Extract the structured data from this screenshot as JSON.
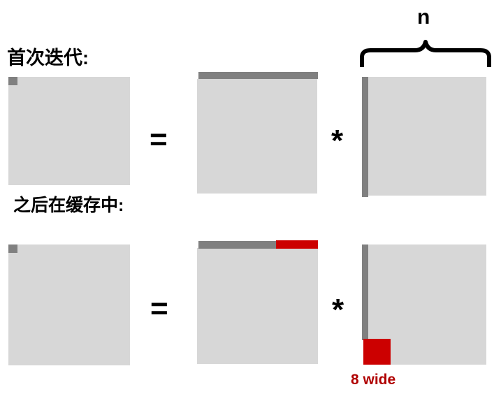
{
  "diagram": {
    "title_row1": "首次迭代:",
    "title_row2": "之后在缓存中:",
    "operators": {
      "equals": "=",
      "times": "*"
    },
    "annotations": {
      "n_label": "n",
      "width_label": "8 wide"
    },
    "colors": {
      "matrix_fill": "#d7d7d7",
      "band_gray": "#808080",
      "band_red": "#cc0000",
      "text_red": "#b00000",
      "text_black": "#000000",
      "background": "#ffffff"
    },
    "rows": [
      {
        "id": "first-iteration",
        "label": "首次迭代:",
        "operands": [
          {
            "role": "output-matrix",
            "fill": "#d7d7d7",
            "highlight": {
              "shape": "square",
              "position": "top-left",
              "color": "#808080"
            }
          },
          {
            "role": "left-input-matrix",
            "fill": "#d7d7d7",
            "highlight": {
              "shape": "horizontal-bar",
              "position": "top",
              "color": "#808080"
            }
          },
          {
            "role": "right-input-matrix",
            "fill": "#d7d7d7",
            "highlight": {
              "shape": "vertical-bar",
              "position": "left",
              "color": "#808080"
            }
          }
        ]
      },
      {
        "id": "in-cache",
        "label": "之后在缓存中:",
        "operands": [
          {
            "role": "output-matrix",
            "fill": "#d7d7d7",
            "highlight": {
              "shape": "square",
              "position": "top-left",
              "color": "#808080"
            }
          },
          {
            "role": "left-input-matrix",
            "fill": "#d7d7d7",
            "highlight": {
              "shape": "horizontal-bar-split",
              "position": "top",
              "colors": [
                "#808080",
                "#cc0000"
              ]
            }
          },
          {
            "role": "right-input-matrix",
            "fill": "#d7d7d7",
            "highlight": {
              "shape": "vertical-bar-with-block",
              "position": "left",
              "colors": [
                "#808080",
                "#cc0000"
              ]
            }
          }
        ]
      }
    ]
  }
}
